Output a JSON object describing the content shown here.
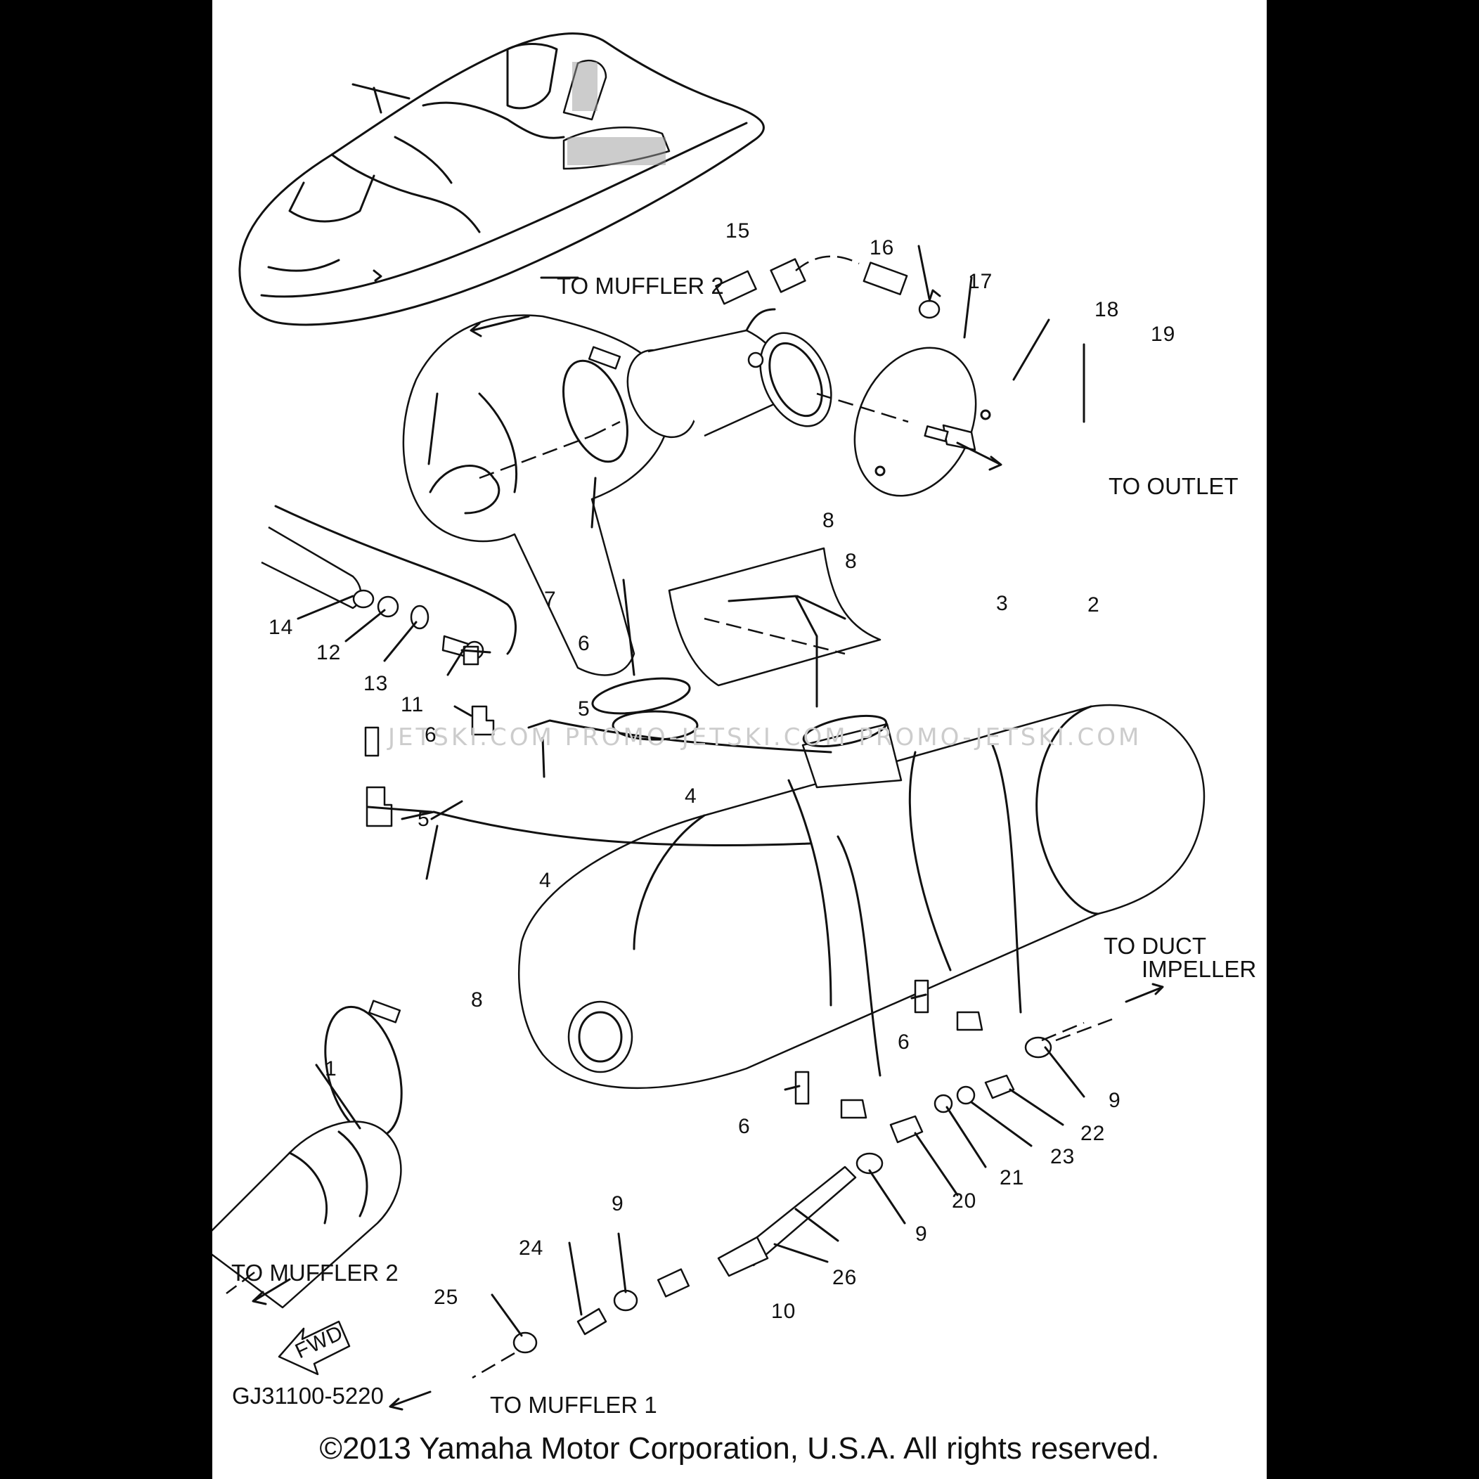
{
  "labels": {
    "to_muffler_2_top": "TO MUFFLER 2",
    "to_outlet": "TO OUTLET",
    "to_duct_line1": "TO DUCT",
    "to_duct_line2": "IMPELLER",
    "to_muffler_2_bottom": "TO MUFFLER 2",
    "to_muffler_1": "TO MUFFLER 1",
    "fwd": "FWD",
    "diagram_code": "GJ31100-5220",
    "watermark": "JETSKI.COM   PROMO-JETSKI.COM   PROMO-JETSKI.COM"
  },
  "callouts": [
    "1",
    "2",
    "3",
    "4",
    "4",
    "5",
    "5",
    "6",
    "6",
    "6",
    "6",
    "7",
    "8",
    "8",
    "8",
    "9",
    "9",
    "9",
    "10",
    "11",
    "12",
    "13",
    "14",
    "15",
    "16",
    "17",
    "18",
    "19",
    "20",
    "21",
    "22",
    "23",
    "24",
    "25",
    "26"
  ],
  "copyright": "©2013 Yamaha Motor Corporation, U.S.A. All rights reserved."
}
